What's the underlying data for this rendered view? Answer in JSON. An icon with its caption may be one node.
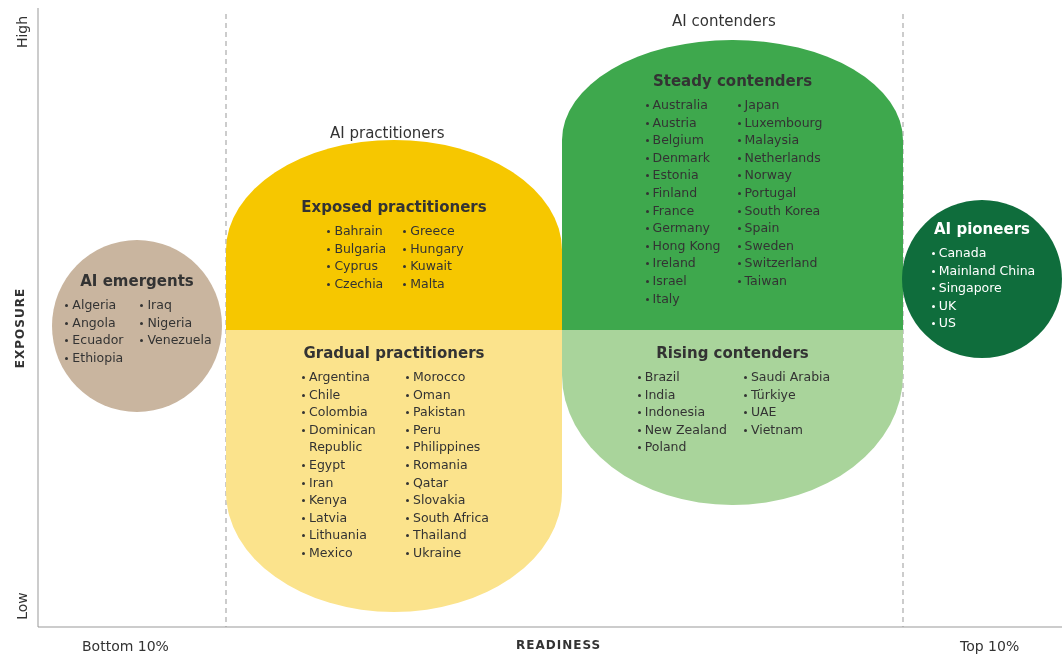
{
  "diagram": {
    "nodes": [
      {
        "text": [
          "AI emergents",
          "Algeria",
          "Angola",
          "Ecuador",
          "Ethiopia",
          "Iraq",
          "Nigeria",
          "Venezuela"
        ]
      },
      {
        "text": [
          "Exposed practitioners",
          "Bahrain",
          "Bulgaria",
          "Cyprus",
          "Czechia",
          "Greece",
          "Hungary",
          "Kuwait",
          "Malta"
        ]
      },
      {
        "text": [
          "Gradual practitioners",
          "Argentina",
          "Chile",
          "Colombia",
          "Dominican Republic",
          "Egypt",
          "Iran",
          "Kenya",
          "Latvia",
          "Lithuania",
          "Mexico",
          "Morocco",
          "Oman",
          "Pakistan",
          "Peru",
          "Philippines",
          "Romania",
          "Qatar",
          "Slovakia",
          "South Africa",
          "Thailand",
          "Ukraine"
        ]
      },
      {
        "text": [
          "Steady contenders",
          "Australia",
          "Austria",
          "Belgium",
          "Denmark",
          "Estonia",
          "Finland",
          "France",
          "Germany",
          "Hong Kong",
          "Ireland",
          "Israel",
          "Italy",
          "Japan",
          "Luxembourg",
          "Malaysia",
          "Netherlands",
          "Norway",
          "Portugal",
          "South Korea",
          "Spain",
          "Sweden",
          "Switzerland",
          "Taiwan"
        ]
      },
      {
        "text": [
          "Rising contenders",
          "Brazil",
          "India",
          "Indonesia",
          "New Zealand",
          "Poland",
          "Saudi Arabia",
          "Türkiye",
          "UAE",
          "Vietnam"
        ]
      },
      {
        "text": [
          "AI pioneers",
          "Canada",
          "Mainland China",
          "Singapore",
          "UK",
          "US"
        ]
      }
    ],
    "edges": [],
    "labels": [
      "High",
      "AI contenders",
      "AI practitioners",
      "EXPOSURE",
      "Low",
      "Bottom 10%",
      "READINESS",
      "Top 10%"
    ]
  }
}
